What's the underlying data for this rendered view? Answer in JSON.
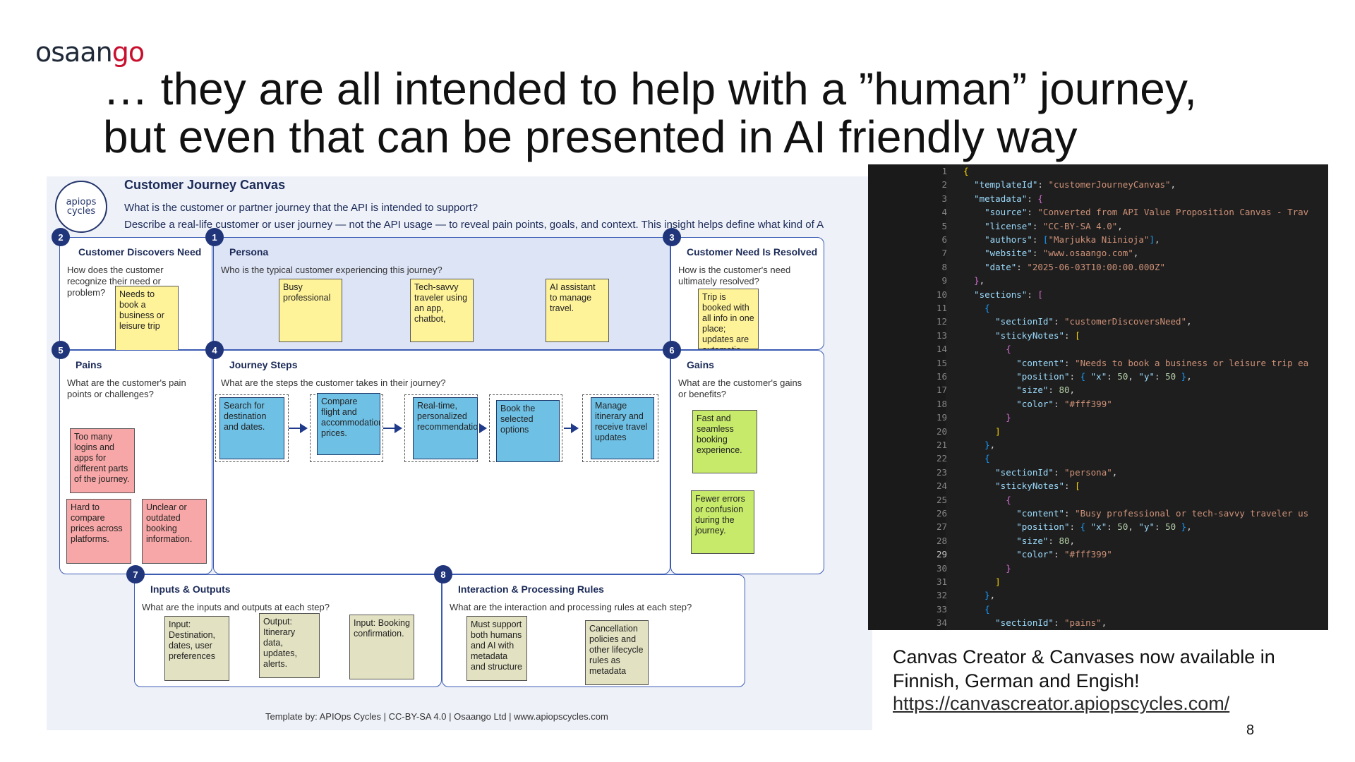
{
  "logo": {
    "part1": "osaan",
    "part2": "go"
  },
  "title": "… they are all intended to help with a ”human” journey, but even that can be presented in AI friendly way",
  "canvas": {
    "logo_text": "apiops cycles",
    "title": "Customer Journey Canvas",
    "question": "What is the customer or partner journey that the API is intended to support?",
    "description": "Describe a real-life customer or user journey — not the API usage — to reveal pain points, goals, and context. This insight helps define what kind of A",
    "footer": "Template by: APIOps Cycles | CC-BY-SA 4.0 | Osaango Ltd | www.apiopscycles.com",
    "sections": {
      "discovers": {
        "num": "2",
        "title": "Customer Discovers Need",
        "question": "How does the customer recognize their need or problem?",
        "notes": [
          "Needs to book a business or leisure trip"
        ]
      },
      "persona": {
        "num": "1",
        "title": "Persona",
        "question": "Who is the typical customer experiencing this journey?",
        "notes": [
          "Busy professional",
          "Tech-savvy traveler using an app, chatbot,",
          "AI assistant to manage travel."
        ]
      },
      "resolved": {
        "num": "3",
        "title": "Customer Need Is Resolved",
        "question": "How is the customer's need ultimately resolved?",
        "notes": [
          "Trip is booked with all info in one place; updates are automatic."
        ]
      },
      "pains": {
        "num": "5",
        "title": "Pains",
        "question": "What are the customer's pain points or challenges?",
        "notes": [
          "Too many logins and apps for different parts of the journey.",
          "Hard to compare prices across platforms.",
          "Unclear or outdated booking information."
        ]
      },
      "steps": {
        "num": "4",
        "title": "Journey Steps",
        "question": "What are the steps the customer takes in their journey?",
        "notes": [
          "Search for destination and dates.",
          "Compare flight and accommodation prices.",
          "Real-time, personalized recommendations.",
          "Book the selected options",
          "Manage itinerary and receive travel updates"
        ]
      },
      "gains": {
        "num": "6",
        "title": "Gains",
        "question": "What are the customer's gains or benefits?",
        "notes": [
          "Fast and seamless booking experience.",
          "Fewer errors or confusion during the journey."
        ]
      },
      "io": {
        "num": "7",
        "title": "Inputs & Outputs",
        "question": "What are the inputs and outputs at each step?",
        "notes": [
          "Input: Destination, dates, user preferences",
          "Output: Itinerary data, updates, alerts.",
          "Input: Booking confirmation."
        ]
      },
      "rules": {
        "num": "8",
        "title": "Interaction & Processing Rules",
        "question": "What are the interaction and processing rules at each step?",
        "notes": [
          "Must support both humans and AI with metadata and structure",
          "Cancellation policies and other lifecycle rules as metadata"
        ]
      }
    }
  },
  "editor": {
    "active_line": 29,
    "line_numbers": [
      "1",
      "2",
      "3",
      "4",
      "5",
      "6",
      "7",
      "8",
      "9",
      "10",
      "11",
      "12",
      "13",
      "14",
      "15",
      "16",
      "17",
      "18",
      "19",
      "20",
      "21",
      "22",
      "23",
      "24",
      "25",
      "26",
      "27",
      "28",
      "29",
      "30",
      "31",
      "32",
      "33",
      "34"
    ],
    "strings": {
      "templateId_key": "\"templateId\"",
      "templateId_val": "\"customerJourneyCanvas\"",
      "metadata_key": "\"metadata\"",
      "source_key": "\"source\"",
      "source_val": "\"Converted from API Value Proposition Canvas - Trav",
      "license_key": "\"license\"",
      "license_val": "\"CC-BY-SA 4.0\"",
      "authors_key": "\"authors\"",
      "authors_val": "\"Marjukka Niinioja\"",
      "website_key": "\"website\"",
      "website_val": "\"www.osaango.com\"",
      "date_key": "\"date\"",
      "date_val": "\"2025-06-03T10:00:00.000Z\"",
      "sections_key": "\"sections\"",
      "sectionId_key": "\"sectionId\"",
      "sec1_val": "\"customerDiscoversNeed\"",
      "stickyNotes_key": "\"stickyNotes\"",
      "content_key": "\"content\"",
      "content1_val": "\"Needs to book a business or leisure trip ea",
      "position_key": "\"position\"",
      "x_key": "\"x\"",
      "y_key": "\"y\"",
      "pos_x": "50",
      "pos_y": "50",
      "size_key": "\"size\"",
      "size_val": "80",
      "color_key": "\"color\"",
      "color_val": "\"#fff399\"",
      "sec2_val": "\"persona\"",
      "content2_val": "\"Busy professional or tech-savvy traveler us",
      "sec3_val": "\"pains\""
    }
  },
  "side": {
    "text": "Canvas Creator & Canvases now available in Finnish, German and Engish!",
    "link": "https://canvascreator.apiopscycles.com/"
  },
  "page_number": "8",
  "colors": {
    "brand_red": "#c8102e",
    "note_yellow": "#fff399",
    "note_red": "#f7a7a7",
    "note_green": "#c7ea6a",
    "note_blue": "#6fc0e5",
    "note_tan": "#e2e1c2",
    "editor_bg": "#1e1e1e"
  }
}
